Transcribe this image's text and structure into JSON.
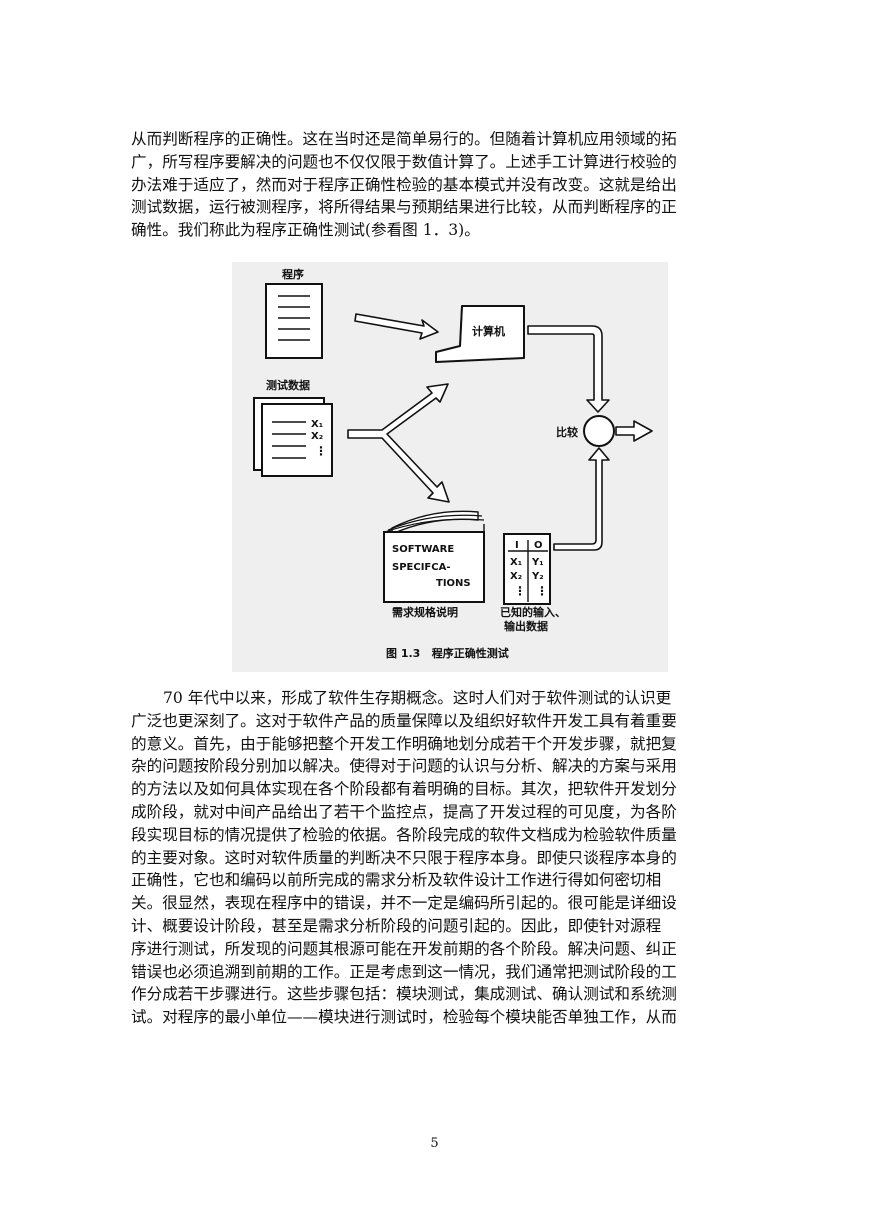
{
  "page": {
    "paragraph1": [
      "从而判断程序的正确性。这在当时还是简单易行的。但随着计算机应用领域的拓",
      "广，所写程序要解决的问题也不仅仅限于数值计算了。上述手工计算进行校验的",
      "办法难于适应了，然而对于程序正确性检验的基本模式并没有改变。这就是给出",
      "测试数据，运行被测程序，将所得结果与预期结果进行比较，从而判断程序的正",
      "确性。我们称此为程序正确性测试(参看图 1．3)。"
    ],
    "paragraph2": [
      "70 年代中以来，形成了软件生存期概念。这时人们对于软件测试的认识更",
      "广泛也更深刻了。这对于软件产品的质量保障以及组织好软件开发工具有着重要",
      "的意义。首先，由于能够把整个开发工作明确地划分成若干个开发步骤，就把复",
      "杂的问题按阶段分别加以解决。使得对于问题的认识与分析、解决的方案与采用",
      "的方法以及如何具体实现在各个阶段都有着明确的目标。其次，把软件开发划分",
      "成阶段，就对中间产品给出了若干个监控点，提高了开发过程的可见度，为各阶",
      "段实现目标的情况提供了检验的依据。各阶段完成的软件文档成为检验软件质量",
      "的主要对象。这时对软件质量的判断决不只限于程序本身。即使只谈程序本身的",
      "正确性，它也和编码以前所完成的需求分析及软件设计工作进行得如何密切相",
      "关。很显然，表现在程序中的错误，并不一定是编码所引起的。很可能是详细设",
      "计、概要设计阶段，甚至是需求分析阶段的问题引起的。因此，即使针对源程",
      "序进行测试，所发现的问题其根源可能在开发前期的各个阶段。解决问题、纠正",
      "错误也必须追溯到前期的工作。正是考虑到这一情况，我们通常把测试阶段的工",
      "作分成若干步骤进行。这些步骤包括：模块测试，集成测试、确认测试和系统测",
      "试。对程序的最小单位——模块进行测试时，检验每个模块能否单独工作，从而"
    ],
    "page_number": "5"
  },
  "figure": {
    "program_label": "程序",
    "computer_label": "计算机",
    "test_data_label": "测试数据",
    "x1": "X₁",
    "x2": "X₂",
    "dots": "⋮",
    "compare_label": "比较",
    "spec_line1": "SOFTWARE",
    "spec_line2": "SPECIFCA-",
    "spec_line3": "TIONS",
    "spec_caption": "需求规格说明",
    "table_i": "I",
    "table_o": "O",
    "table_x1": "X₁",
    "table_y1": "Y₁",
    "table_x2": "X₂",
    "table_y2": "Y₂",
    "known_io_line1": "已知的输入、",
    "known_io_line2": "输出数据",
    "caption": "图 1.3   程序正确性测试"
  }
}
